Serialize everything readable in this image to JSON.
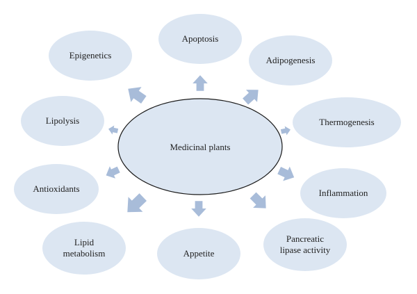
{
  "center": {
    "label": "Medicinal plants"
  },
  "nodes": [
    {
      "id": "apoptosis",
      "lines": [
        "Apoptosis"
      ]
    },
    {
      "id": "adipogenesis",
      "lines": [
        "Adipogenesis"
      ]
    },
    {
      "id": "thermogenesis",
      "lines": [
        "Thermogenesis"
      ]
    },
    {
      "id": "inflammation",
      "lines": [
        "Inflammation"
      ]
    },
    {
      "id": "pancreatic-lipase-activity",
      "lines": [
        "Pancreatic",
        "lipase activity"
      ]
    },
    {
      "id": "appetite",
      "lines": [
        "Appetite"
      ]
    },
    {
      "id": "lipid-metabolism",
      "lines": [
        "Lipid",
        "metabolism"
      ]
    },
    {
      "id": "antioxidants",
      "lines": [
        "Antioxidants"
      ]
    },
    {
      "id": "lipolysis",
      "lines": [
        "Lipolysis"
      ]
    },
    {
      "id": "epigenetics",
      "lines": [
        "Epigenetics"
      ]
    }
  ],
  "colors": {
    "oval_fill": "#dce6f2",
    "arrow_fill": "#a8bcd9",
    "center_stroke": "#1a1a1a",
    "text": "#222222"
  }
}
